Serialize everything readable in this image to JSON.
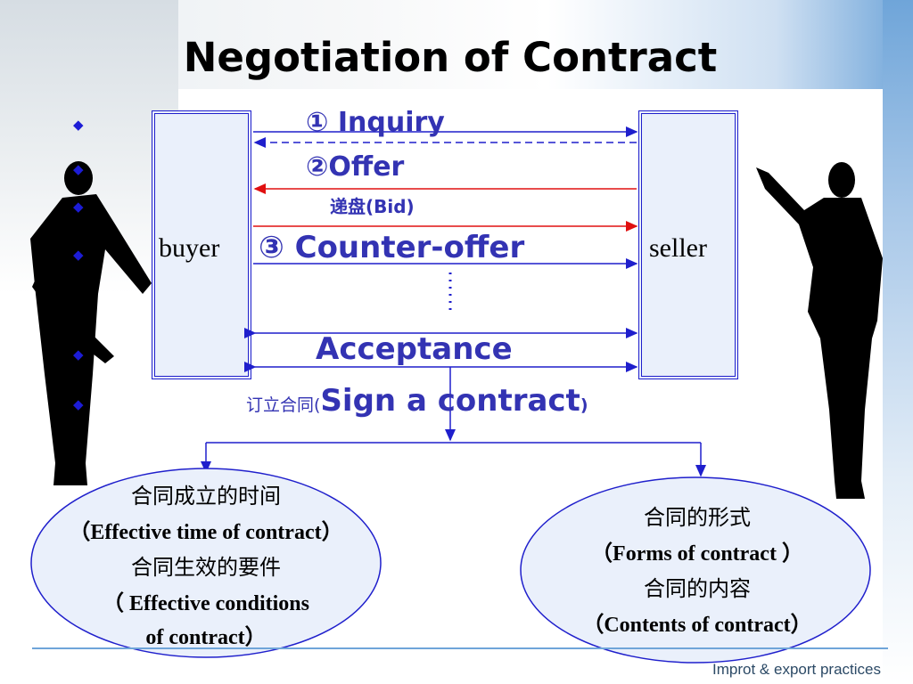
{
  "slide": {
    "title": "Negotiation of Contract",
    "footer": "Improt & export practices"
  },
  "parties": {
    "buyer": "buyer",
    "seller": "seller"
  },
  "steps": {
    "inquiry": "① Inquiry",
    "offer": "②Offer",
    "bid_cn": "递盘",
    "bid_en": "(Bid)",
    "counter_offer": "③ Counter-offer",
    "acceptance": "Acceptance",
    "sign_cn": "订立合同(",
    "sign_en": "Sign a contract",
    "sign_close": ")"
  },
  "outcomes": {
    "left": {
      "line1": "合同成立的时间",
      "line2": "（Effective time of contract）",
      "line3": "合同生效的要件",
      "line4": "（ Effective conditions",
      "line5": "of contract）"
    },
    "right": {
      "line1": "合同的形式",
      "line2": "（Forms of contract ）",
      "line3": "合同的内容",
      "line4": "（Contents of contract）"
    }
  },
  "colors": {
    "accent_blue": "#1f1fcc",
    "text_blue": "#3333b3",
    "red_arrow": "#e01010",
    "ellipse_fill": "#eaf0fb"
  }
}
